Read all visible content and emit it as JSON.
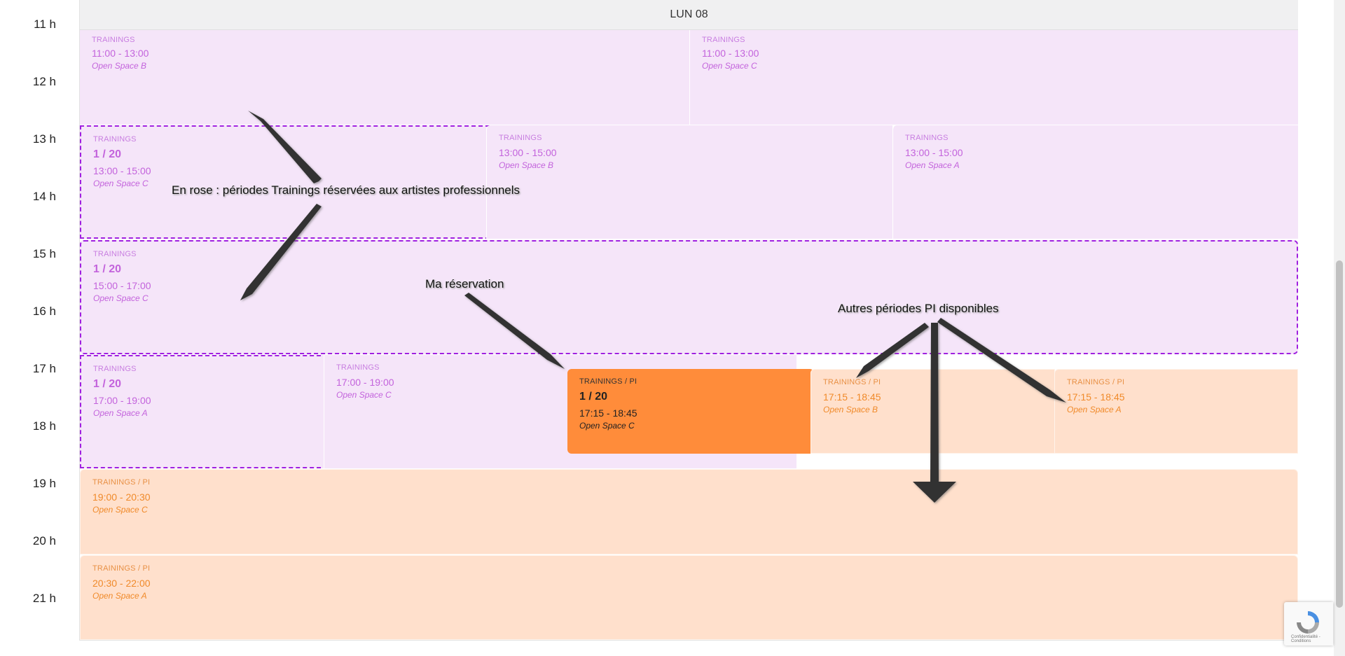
{
  "header": {
    "day_label": "LUN 08"
  },
  "hours": [
    "11 h",
    "12 h",
    "13 h",
    "14 h",
    "15 h",
    "16 h",
    "17 h",
    "18 h",
    "19 h",
    "20 h",
    "21 h"
  ],
  "events": {
    "e1": {
      "type": "TRAININGS",
      "time": "11:00 - 13:00",
      "space": "Open Space B"
    },
    "e2": {
      "type": "TRAININGS",
      "time": "11:00 - 13:00",
      "space": "Open Space C"
    },
    "e3": {
      "type": "TRAININGS",
      "count": "1 / 20",
      "time": "13:00 - 15:00",
      "space": "Open Space C"
    },
    "e4": {
      "type": "TRAININGS",
      "time": "13:00 - 15:00",
      "space": "Open Space B"
    },
    "e5": {
      "type": "TRAININGS",
      "time": "13:00 - 15:00",
      "space": "Open Space A"
    },
    "e6": {
      "type": "TRAININGS",
      "count": "1 / 20",
      "time": "15:00 - 17:00",
      "space": "Open Space C"
    },
    "e7": {
      "type": "TRAININGS",
      "count": "1 / 20",
      "time": "17:00 - 19:00",
      "space": "Open Space A"
    },
    "e8": {
      "type": "TRAININGS",
      "time": "17:00 - 19:00",
      "space": "Open Space C"
    },
    "e9": {
      "type": "TRAININGS / PI",
      "count": "1 / 20",
      "time": "17:15 - 18:45",
      "space": "Open Space C"
    },
    "e10": {
      "type": "TRAININGS / PI",
      "time": "17:15 - 18:45",
      "space": "Open Space B"
    },
    "e11": {
      "type": "TRAININGS / PI",
      "time": "17:15 - 18:45",
      "space": "Open Space A"
    },
    "e12": {
      "type": "TRAININGS / PI",
      "time": "19:00 - 20:30",
      "space": "Open Space C"
    },
    "e13": {
      "type": "TRAININGS / PI",
      "time": "20:30 - 22:00",
      "space": "Open Space A"
    }
  },
  "annotations": {
    "pink": "En rose  : périodes Trainings réservées aux artistes professionnels",
    "mine": "Ma réservation",
    "other": "Autres périodes PI disponibles"
  },
  "recaptcha": {
    "text": "Confidentialité - Conditions"
  },
  "colors": {
    "pink_bg": "#f5e5f9",
    "pink_text": "#c363dc",
    "dashed_border": "#a020e0",
    "peach_bg": "#ffe0cc",
    "peach_text": "#f08a2a",
    "mine_bg": "#ff8c3a"
  }
}
